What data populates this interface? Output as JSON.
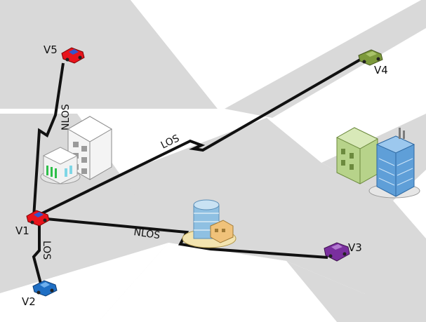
{
  "colors": {
    "background": "#ffffff",
    "road": "#d9d9d9",
    "link": "#111111"
  },
  "vehicles": [
    {
      "label": "V1",
      "color": "#e8141c",
      "icon": "car-icon"
    },
    {
      "label": "V2",
      "color": "#1f6fc4",
      "icon": "car-icon"
    },
    {
      "label": "V3",
      "color": "#7a2f9e",
      "icon": "car-icon"
    },
    {
      "label": "V4",
      "color": "#7d9a3c",
      "icon": "car-icon"
    },
    {
      "label": "V5",
      "color": "#e8141c",
      "icon": "car-icon"
    }
  ],
  "links": [
    {
      "label": "NLOS",
      "from": "V1",
      "to": "V5",
      "type": "NLOS"
    },
    {
      "label": "LOS",
      "from": "V1",
      "to": "V4",
      "type": "LOS"
    },
    {
      "label": "NLOS",
      "from": "V1",
      "to": "V3",
      "type": "NLOS"
    },
    {
      "label": "LOS",
      "from": "V1",
      "to": "V2",
      "type": "LOS"
    }
  ],
  "buildings": [
    {
      "icon": "office-building-icon"
    },
    {
      "icon": "hospital-building-icon"
    },
    {
      "icon": "round-tower-icon"
    },
    {
      "icon": "apartment-building-icon"
    },
    {
      "icon": "glass-skyscraper-icon"
    }
  ]
}
